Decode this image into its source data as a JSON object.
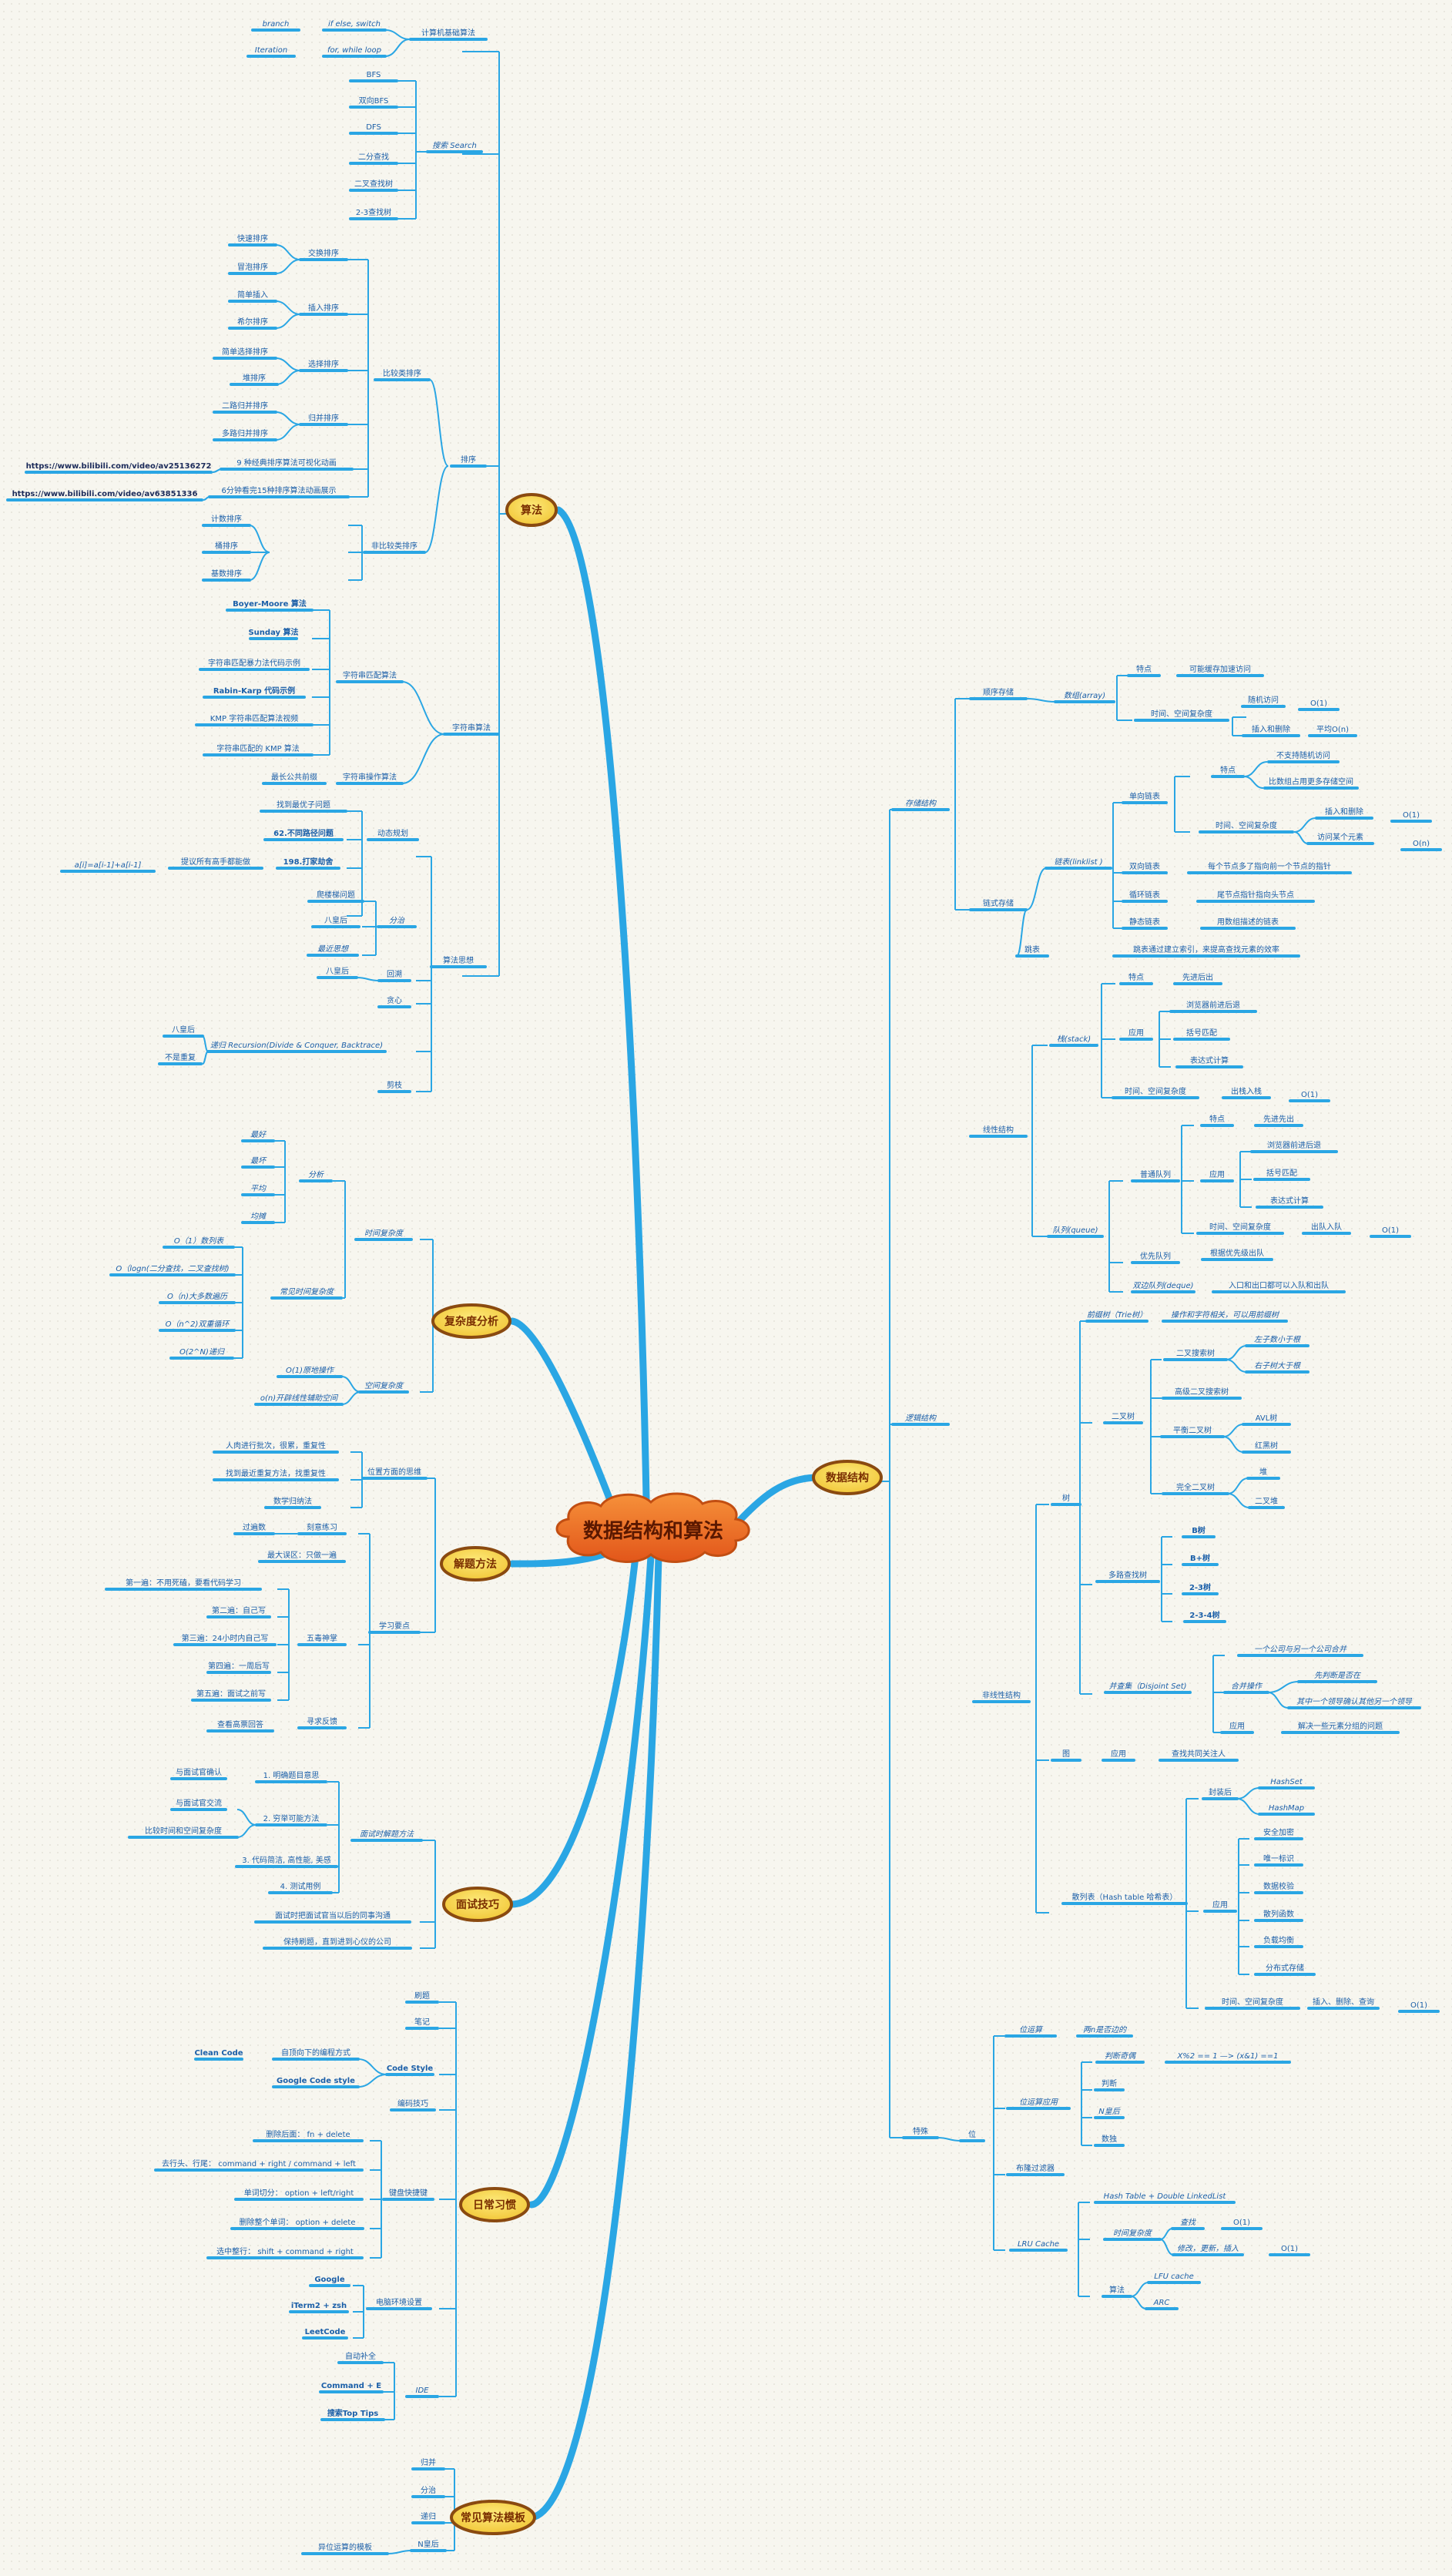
{
  "root": "数据结构和算法",
  "colors": {
    "line": "#2aa6e4",
    "underline": "#2aa6e4",
    "text": "#1b5fa8",
    "branch_fill": "#f8d84a",
    "branch_stroke": "#8a4a10",
    "root_fill": "#ee6d1c"
  },
  "branches": [
    {
      "id": "alg",
      "label": "算法"
    },
    {
      "id": "ds",
      "label": "数据结构"
    },
    {
      "id": "cx",
      "label": "复杂度分析"
    },
    {
      "id": "jt",
      "label": "解题方法"
    },
    {
      "id": "ms",
      "label": "面试技巧"
    },
    {
      "id": "rc",
      "label": "日常习惯"
    },
    {
      "id": "mb",
      "label": "常见算法模板"
    }
  ],
  "nodes": {
    "alg": {
      "base": "计算机基础算法",
      "branch": "branch",
      "ifelse": "if  else, switch",
      "iteration": "Iteration",
      "forloop": "for, while loop",
      "search": "搜索 Search",
      "bfs": "BFS",
      "bibfs": "双向BFS",
      "dfs": "DFS",
      "bin1": "二分查找",
      "bin2": "二叉查找树",
      "tt": "2-3查找树",
      "sort": "排序",
      "cmp_sort": "比较类排序",
      "swap_sort": "交换排序",
      "quick": "快速排序",
      "bubble": "冒泡排序",
      "insert_sort": "插入排序",
      "simple_insert": "简单插入",
      "shell": "希尔排序",
      "select_sort": "选择排序",
      "simple_select": "简单选择排序",
      "heap": "堆排序",
      "merge_sort": "归并排序",
      "merge2": "二路归并排序",
      "mergen": "多路归并排序",
      "v1_text": "9 种经典排序算法可视化动画",
      "v1_url": "https://www.bilibili.com/video/av25136272",
      "v2_text": "6分钟看完15种排序算法动画展示",
      "v2_url": "https://www.bilibili.com/video/av63851336",
      "noncmp": "非比较类排序",
      "count": "计数排序",
      "bucket": "桶排序",
      "radix": "基数排序",
      "str": "字符串算法",
      "match": "字符串匹配算法",
      "bm": "Boyer-Moore 算法",
      "sunday": "Sunday 算法",
      "brute": "字符串匹配暴力法代码示例",
      "rk": "Rabin-Karp 代码示例",
      "kmp1": "KMP 字符串匹配算法视频",
      "kmp2": "字符串匹配的 KMP 算法",
      "op": "字符串操作算法",
      "lcp": "最长公共前缀",
      "thought": "算法思想",
      "dp": "动态规划",
      "dp1": "找到最优子问题",
      "dp2": "62.不同路径问题",
      "dp3": "提议所有高手都能做",
      "dp3f": "a[i]=a[i-1]+a[i-1]",
      "dp4": "198.打家劫舍",
      "dc": "分治",
      "dc1": "爬楼梯问题",
      "dc2": "八皇后",
      "dc3": "最近思想",
      "bt": "回溯",
      "bt1": "八皇后",
      "greedy": "贪心",
      "rec": "递归 Recursion(Divide & Conquer, Backtrace)",
      "rec1": "八皇后",
      "rec2": "不是重复",
      "prune": "剪枝"
    },
    "ds": {
      "storage": "存储结构",
      "seq": "顺序存储",
      "array": "数组(array)",
      "a_feat": "特点",
      "a_feat1": "可能缓存加速访问",
      "a_tc": "时间、空间复杂度",
      "a_rand": "随机访问",
      "a_o1": "O(1)",
      "a_ins": "插入和删除",
      "a_avg": "平均O(n)",
      "link": "链式存储",
      "ll": "链表(linklist )",
      "sl": "单向链表",
      "sl_feat": "特点",
      "sl_f1": "不支持随机访问",
      "sl_f2": "比数组占用更多存储空间",
      "sl_tc": "时间、空间复杂度",
      "sl_ins": "插入和删除",
      "sl_o1": "O(1)",
      "sl_visit": "访问某个元素",
      "sl_on": "O(n)",
      "dl": "双向链表",
      "dl1": "每个节点多了指向前一个节点的指针",
      "cl": "循环链表",
      "cl1": "尾节点指针指向头节点",
      "stl": "静态链表",
      "stl1": "用数组描述的链表",
      "jump": "跳表",
      "jump1": "跳表通过建立索引，来提高查找元素的效率",
      "logic": "逻辑结构",
      "linear": "线性结构",
      "stack": "栈(stack)",
      "st_feat": "特点",
      "st_feat1": "先进后出",
      "st_app": "应用",
      "st_app1": "浏览器前进后退",
      "st_app2": "括号匹配",
      "st_app3": "表达式计算",
      "st_tc": "时间、空间复杂度",
      "st_io": "出栈入栈",
      "st_o1": "O(1)",
      "queue": "队列(queue)",
      "nq": "普通队列",
      "nq_feat": "特点",
      "nq_feat1": "先进先出",
      "nq_app": "应用",
      "nq_app1": "浏览器前进后退",
      "nq_app2": "括号匹配",
      "nq_app3": "表达式计算",
      "nq_tc": "时间、空间复杂度",
      "nq_io": "出队入队",
      "nq_o1": "O(1)",
      "pq": "优先队列",
      "pq1": "根据优先级出队",
      "dq": "双边队列(deque)",
      "dq1": "入口和出口都可以入队和出队",
      "nonlinear": "非线性结构",
      "tree": "树",
      "trie": "前缀树（Trie树）",
      "trie1": "操作和字符相关，可以用前缀树",
      "bt": "二叉树",
      "bst": "二叉搜索树",
      "bst1": "左子数小于根",
      "bst2": "右子树大于根",
      "hbbt": "高级二叉搜索树",
      "bal": "平衡二叉树",
      "avl": "AVL树",
      "rb": "红黑树",
      "full": "完全二叉树",
      "hp": "堆",
      "hp2": "二叉堆",
      "multi": "多路查找树",
      "b": "B树",
      "bp": "B+树",
      "t23": "2-3树",
      "t234": "2-3-4树",
      "us": "并查集（Disjoint Set)",
      "us1": "一个公司与另一个公司合并",
      "us_op": "合并操作",
      "us_op1": "先判断是否在",
      "us_op2": "其中一个领导确认其他另一个领导",
      "us_app": "应用",
      "us_app1": "解决一些元素分组的问题",
      "graph": "图",
      "g_app": "应用",
      "g_app1": "查找共同关注人",
      "hash": "散列表（Hash table 哈希表）",
      "h_pack": "封装后",
      "h_set": "HashSet",
      "h_map": "HashMap",
      "h_app": "应用",
      "h_a1": "安全加密",
      "h_a2": "唯一标识",
      "h_a3": "数据校验",
      "h_a4": "散列函数",
      "h_a5": "负载均衡",
      "h_a6": "分布式存储",
      "h_tc": "时间、空间复杂度",
      "h_ops": "插入、删除、查询",
      "h_o1": "O(1)",
      "special": "特殊",
      "bit": "位",
      "bitop": "位运算",
      "bitop1": "两n是否边的",
      "bitapp": "位运算应用",
      "odd": "判断奇偶",
      "odd1": "X%2 == 1 —> (x&1) ==1",
      "judge": "判断",
      "nq8": "N皇后",
      "cnt": "数独",
      "bloom": "布隆过滤器",
      "lru": "LRU Cache",
      "lru1": "Hash Table + Double LinkedList",
      "lru_tc": "时间复杂度",
      "lru_q": "查找",
      "lru_o1a": "O(1)",
      "lru_m": "修改，更新，插入",
      "lru_o1b": "O(1)",
      "lru_alg": "算法",
      "lru_cache": "LFU  cache",
      "arc": "ARC"
    },
    "cx": {
      "time": "时间复杂度",
      "cat": "分析",
      "best": "最好",
      "worst": "最坏",
      "avg": "平均",
      "amort": "均摊",
      "common": "常见时间复杂度",
      "c1": "O（1）数列表",
      "c2": "O（logn(二分查找，二叉查找树)",
      "c3": "O（n)大多数遍历",
      "c4": "O（n^2)双重循环",
      "c5": "O(2^N)递归",
      "space": "空间复杂度",
      "s1": "O(1)原地操作",
      "s2": "o(n)开辟线性辅助空间"
    },
    "jt": {
      "find": "位置方面的思维",
      "f1": "人肉进行批次，很累，重复性",
      "f2": "找到最近重复方法，找重复性",
      "f3": "数学归纳法",
      "key": "学习要点",
      "drill": "刻意练习",
      "d1": "过遍数",
      "d2": "最大误区：只做一遍",
      "five": "五毒神掌",
      "fv1": "第一遍：不用死磕，要看代码学习",
      "fv2": "第二遍：自己写",
      "fv3": "第三遍：24小时内自己写",
      "fv4": "第四遍：一周后写",
      "fv5": "第五遍：面试之前写",
      "fb": "寻求反馈",
      "fb1": "查看高票回答"
    },
    "ms": {
      "method": "面试时解题方法",
      "m1": "1. 明确题目意思",
      "m1a": "与面试官确认",
      "m2": "2. 穷举可能方法",
      "m2a": "与面试官交流",
      "m2b": "比较时间和空间复杂度",
      "m3": "3. 代码简洁, 高性能, 美感",
      "m4": "4. 测试用例",
      "m5": "面试时把面试官当以后的同事沟通",
      "m6": "保持刷题，直到进到心仪的公司"
    },
    "rc": {
      "r1": "刷题",
      "r2": "笔记",
      "style": "Code Style",
      "s1": "自顶向下的编程方式",
      "s1a": "Clean Code",
      "s2": "Google Code style",
      "tip": "编码技巧",
      "kb": "键盘快捷键",
      "k1": "删除后面： fn + delete",
      "k2": "去行头、行尾： command + right / command + left",
      "k3": "单词切分： option + left/right",
      "k4": "删除整个单词： option + delete",
      "k5": "选中整行： shift + command + right",
      "env": "电脑环境设置",
      "e1": "Google",
      "e2": "iTerm2 + zsh",
      "e3": "LeetCode",
      "vs": "IDE",
      "v1": "自动补全",
      "v2": "Command + E",
      "v3": "搜索Top Tips"
    },
    "mb": {
      "t1": "归并",
      "t2": "分治",
      "t3": "递归",
      "t4": "N皇后",
      "t4a": "异位运算的模板"
    }
  }
}
